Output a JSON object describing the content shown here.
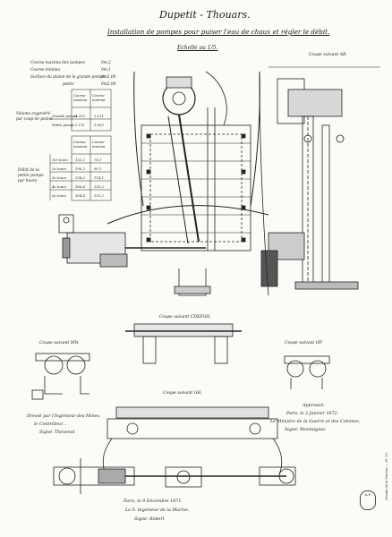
{
  "header": {
    "title": "Dupetit - Thouars.",
    "subtitle": "Installation de pompes pour puiser l'eau de chaux et régler le débit.",
    "scale": "Echelle au 1/5."
  },
  "specs": [
    {
      "label": "Course maxima des pompes",
      "value": "0m,2"
    },
    {
      "label": "Course minima",
      "value": "0m,1"
    },
    {
      "label": "Surface du piston de la grande pompe",
      "value": "0m2,00"
    },
    {
      "label": "petite",
      "value": "0m2,00"
    }
  ],
  "volume_table": {
    "caption": "Volume engendré par coup de piston",
    "headers": [
      "Course maxima",
      "Course minima"
    ],
    "rows": [
      {
        "label": "Grande pompe",
        "values": [
          "4,222",
          "2,111"
        ]
      },
      {
        "label": "Petite pompe",
        "values": [
          "2,111",
          "1,055"
        ]
      }
    ]
  },
  "flow_table": {
    "caption": "Débit de la petite pompe par heure",
    "headers": [
      "Course maxima",
      "Course minima"
    ],
    "rows": [
      {
        "label": "1er tours",
        "values": [
          "152,2",
          "76,1"
        ]
      },
      {
        "label": "2e tours",
        "values": [
          "190,2",
          "95,1"
        ]
      },
      {
        "label": "3e tours",
        "values": [
          "228,3",
          "114,1"
        ]
      },
      {
        "label": "4e tours",
        "values": [
          "266,4",
          "133,2"
        ]
      },
      {
        "label": "5e tours",
        "values": [
          "304,4",
          "152,2"
        ]
      }
    ]
  },
  "section_labels": {
    "AB": "Coupe suivant AB.",
    "CDEF": "Coupe suivant CDEFGH.",
    "MN": "Coupe suivant MN.",
    "GH": "Coupe suivant GH.",
    "OP": "Coupe suivant OP."
  },
  "signatures": {
    "left": [
      "Dressé par l'Ingénieur des Mines,",
      "le Contrôleur...",
      "Signé: Thévenot"
    ],
    "right": [
      "Approuvé.",
      "Paris, le 2 Janvier 1872.",
      "Le Ministre de la Guerre et des Colonies,",
      "Signé: Montaignac"
    ],
    "bottom": [
      "Paris, le 9 Décembre 1871.",
      "Le S. Ingénieur de la Marine,",
      "Signé: Robert"
    ]
  },
  "stamp_text": "A P",
  "margin_note": "Musée de la Marine — Pl. 23."
}
